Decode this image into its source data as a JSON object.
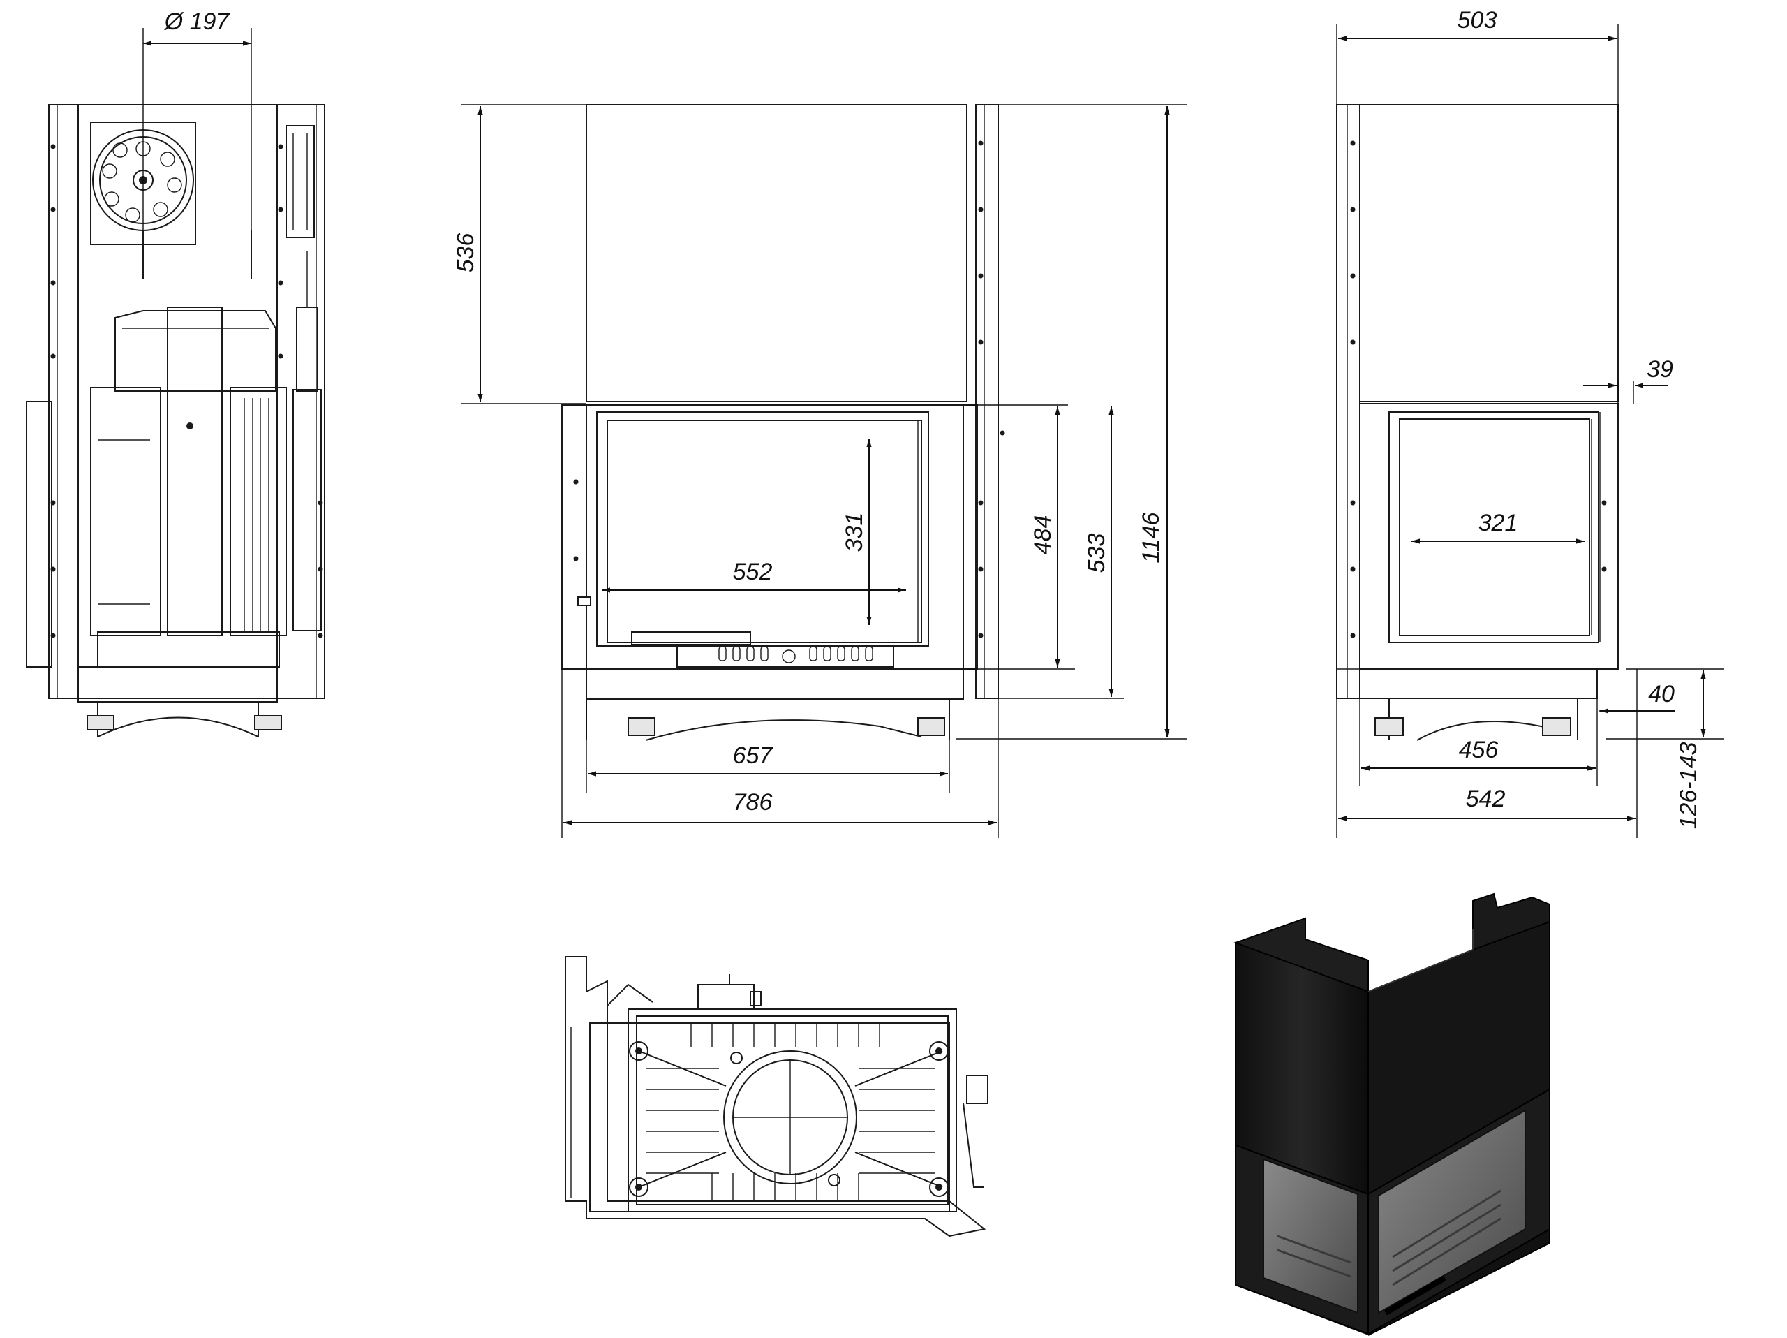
{
  "dimensions": {
    "side_flue_diameter": "Ø 197",
    "front_top_height": "536",
    "front_glass_height": "331",
    "front_glass_width": "552",
    "front_door_height": "484",
    "front_body_height": "533",
    "front_total_height": "1146",
    "front_base_width": "657",
    "front_total_width": "786",
    "right_top_width": "503",
    "right_offset": "39",
    "right_glass_width": "321",
    "right_leg_height": "40",
    "right_base_width": "456",
    "right_total_width": "542",
    "right_leg_range": "126-143"
  },
  "views": [
    "side-view",
    "front-view",
    "right-view",
    "top-view",
    "isometric-render"
  ],
  "colors": {
    "line": "#1a1a1a",
    "render_body": "#1b1b1b",
    "render_glass": "#6e6e6e"
  }
}
